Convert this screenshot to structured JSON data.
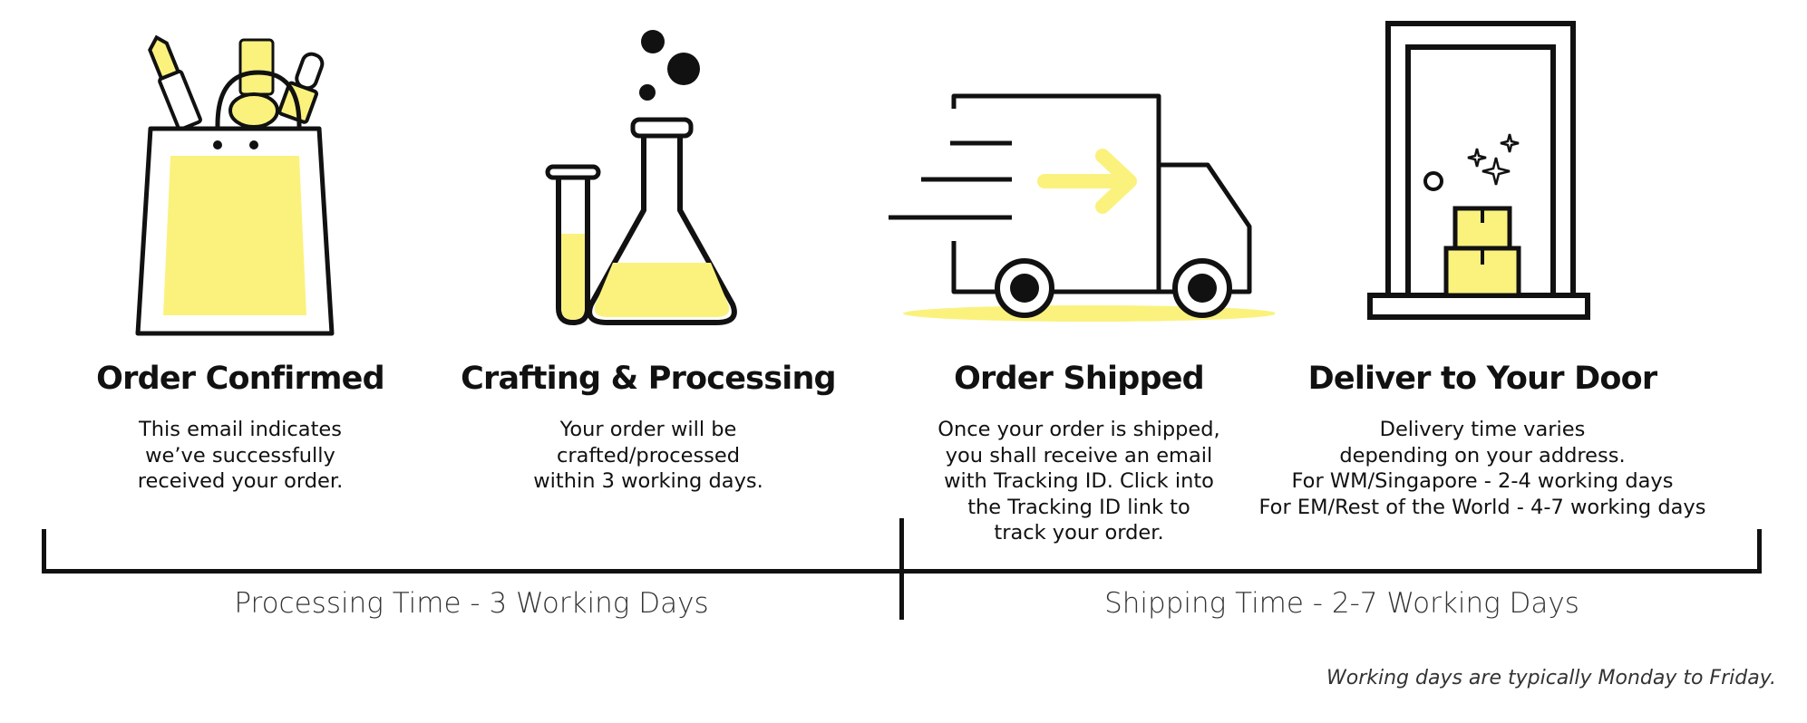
{
  "colors": {
    "accent": "#fbf27e",
    "ink": "#111111"
  },
  "steps": [
    {
      "icon": "shopping-bag-icon",
      "title": "Order Confirmed",
      "description": [
        "This email indicates",
        "we’ve successfully",
        "received your order."
      ]
    },
    {
      "icon": "lab-flask-icon",
      "title": "Crafting & Processing",
      "description": [
        "Your order will be",
        "crafted/processed",
        "within 3 working days."
      ]
    },
    {
      "icon": "delivery-truck-icon",
      "title": "Order Shipped",
      "description": [
        "Once your order is shipped,",
        "you shall receive an email",
        "with Tracking ID. Click into",
        "the Tracking ID link to",
        "track your order."
      ]
    },
    {
      "icon": "door-with-parcels-icon",
      "title": "Deliver to Your Door",
      "description": [
        "Delivery time varies",
        "depending on your address.",
        "For WM/Singapore - 2-4 working days",
        "For EM/Rest of the World - 4-7 working days"
      ]
    }
  ],
  "timeline": {
    "processing_label": "Processing Time - 3 Working Days",
    "shipping_label": "Shipping Time - 2-7 Working Days"
  },
  "footnote": "Working days are typically Monday to Friday."
}
